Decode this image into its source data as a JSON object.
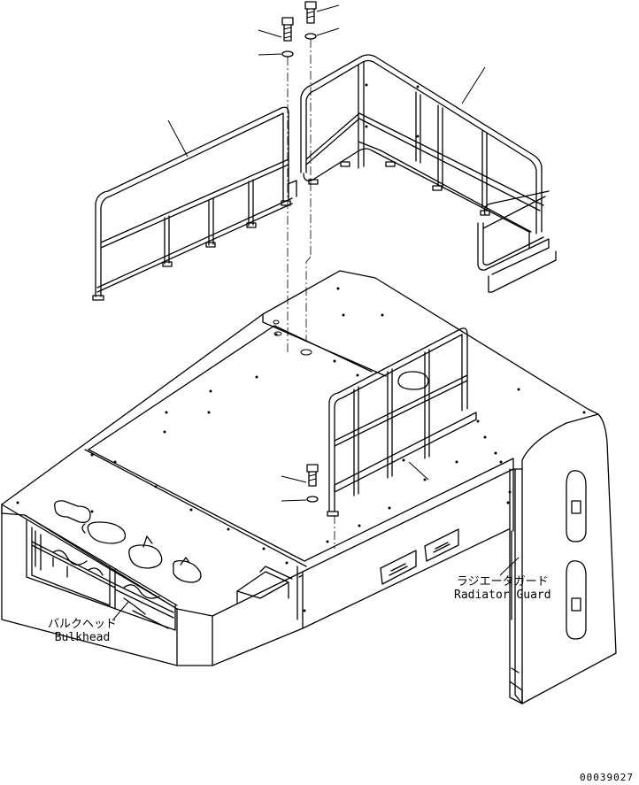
{
  "labels": {
    "bulkhead_jp": "バルクヘッド",
    "bulkhead_en": "Bulkhead",
    "radiator_jp": "ラジエータガード",
    "radiator_en": "Radiator Guard"
  },
  "drawing_code": "00039027"
}
